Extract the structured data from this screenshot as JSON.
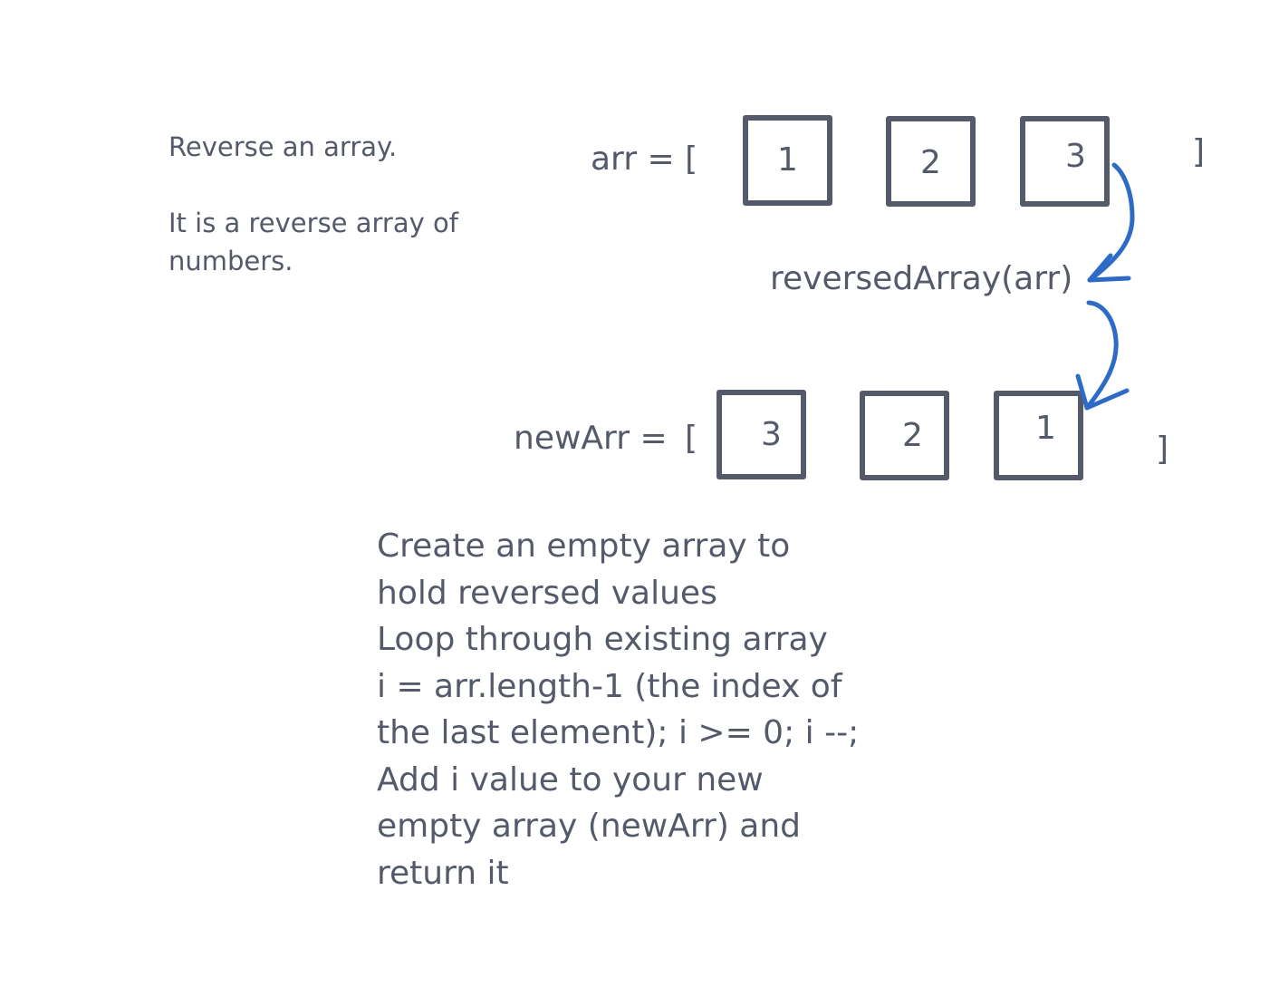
{
  "description": {
    "title": "Reverse an array.",
    "subtitle_line1": "It is a reverse array of",
    "subtitle_line2": "numbers."
  },
  "input_array": {
    "label": "arr = [",
    "items": [
      "1",
      "2",
      "3"
    ],
    "close": "]"
  },
  "function_call": "reversedArray(arr)",
  "output_array": {
    "label": "newArr =",
    "open": "[",
    "items": [
      "3",
      "2",
      "1"
    ],
    "close": "]"
  },
  "steps": [
    "Create an empty array to",
    "hold reversed values",
    "Loop through existing array",
    "i = arr.length-1 (the index of",
    "the last element); i >= 0; i --;",
    "Add i value to your new",
    "empty array (newArr) and",
    "return it"
  ],
  "colors": {
    "text": "#555a6b",
    "box_border": "#555a6b",
    "arrow": "#2e6bc6"
  }
}
